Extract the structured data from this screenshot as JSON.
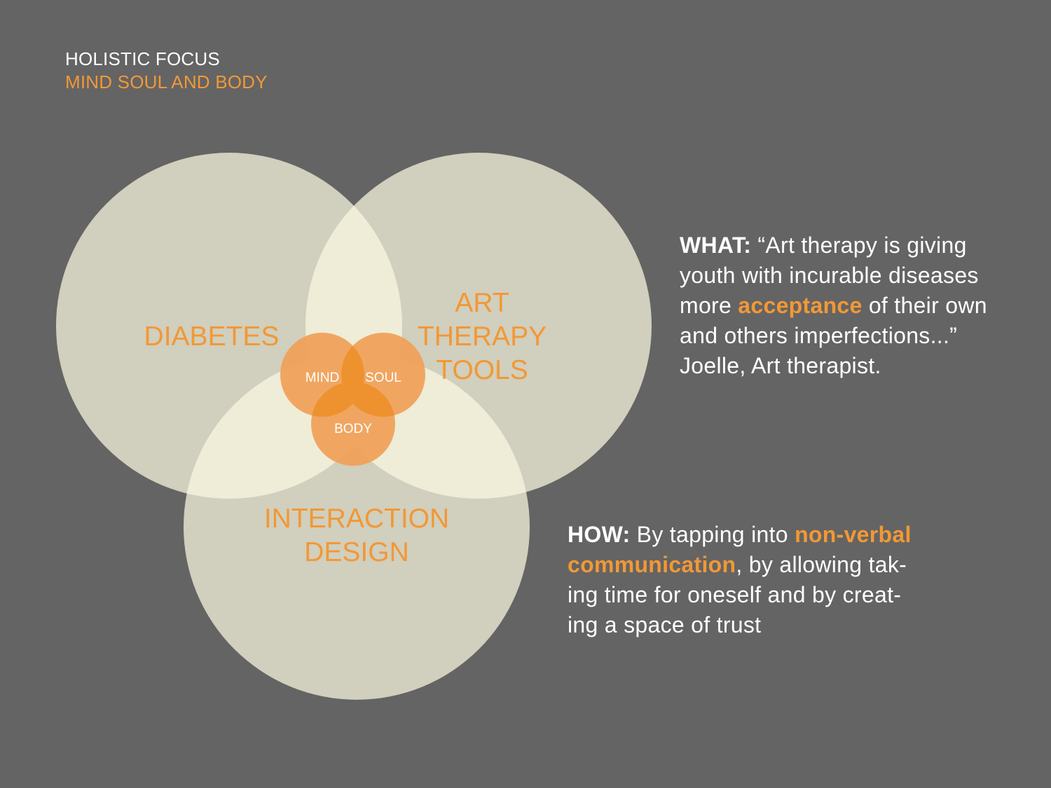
{
  "heading": {
    "line1": "HOLISTIC FOCUS",
    "line2": "MIND SOUL AND BODY"
  },
  "venn": {
    "outer": {
      "diabetes": "DIABETES",
      "art": [
        "ART",
        "THERAPY",
        "TOOLS"
      ],
      "interaction": [
        "INTERACTION",
        "DESIGN"
      ]
    },
    "inner": {
      "mind": "MIND",
      "soul": "SOUL",
      "body": "BODY"
    }
  },
  "what": {
    "keyword": "WHAT:",
    "line1_rest": " “Art therapy is giving",
    "line2": "youth with incurable diseases",
    "line3_pre": "more ",
    "line3_highlight": "acceptance",
    "line3_post": " of their own",
    "line4": "and others imperfections...”",
    "line5": "Joelle, Art therapist."
  },
  "how": {
    "keyword": "HOW:",
    "line1_mid": " By tapping into ",
    "line1_highlight": "non-verbal",
    "line2_highlight": "communication",
    "line2_post": ", by allowing tak-",
    "line3": "ing time for oneself and by creat-",
    "line4": "ing a space of trust"
  },
  "colors": {
    "background": "#646464",
    "circle": "#d1cfbd",
    "overlap": "#efecd7",
    "accent": "#f29836",
    "text": "#ffffff"
  }
}
